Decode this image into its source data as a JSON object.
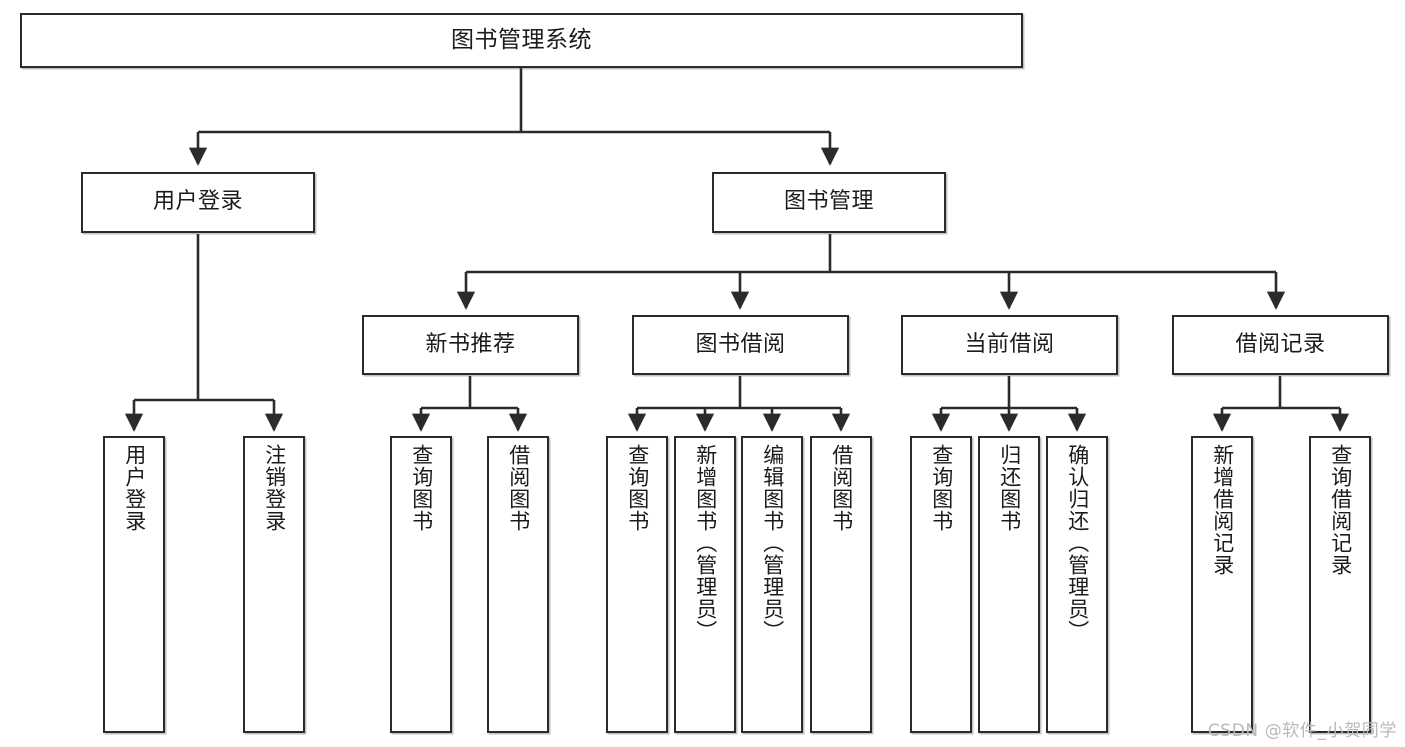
{
  "diagram": {
    "title": "图书管理系统",
    "watermark": "CSDN @软件_小贺同学",
    "colors": {
      "box_border": "#2b2b2b",
      "box_fill": "#ffffff",
      "connector": "#2b2b2b",
      "text": "#1b1b1b",
      "watermark": "#b9b9b9"
    },
    "root": {
      "label": "图书管理系统"
    },
    "level2": [
      {
        "label": "用户登录"
      },
      {
        "label": "图书管理"
      }
    ],
    "level3": [
      {
        "label": "新书推荐"
      },
      {
        "label": "图书借阅"
      },
      {
        "label": "当前借阅"
      },
      {
        "label": "借阅记录"
      }
    ],
    "leaves": {
      "user_login": [
        {
          "label": "用户登录"
        },
        {
          "label": "注销登录"
        }
      ],
      "new_book_recommend": [
        {
          "label": "查询图书"
        },
        {
          "label": "借阅图书"
        }
      ],
      "book_borrow": [
        {
          "label": "查询图书"
        },
        {
          "label": "新增图书（管理员）"
        },
        {
          "label": "编辑图书（管理员）"
        },
        {
          "label": "借阅图书"
        }
      ],
      "current_borrow": [
        {
          "label": "查询图书"
        },
        {
          "label": "归还图书"
        },
        {
          "label": "确认归还（管理员）"
        }
      ],
      "borrow_record": [
        {
          "label": "新增借阅记录"
        },
        {
          "label": "查询借阅记录"
        }
      ]
    }
  }
}
